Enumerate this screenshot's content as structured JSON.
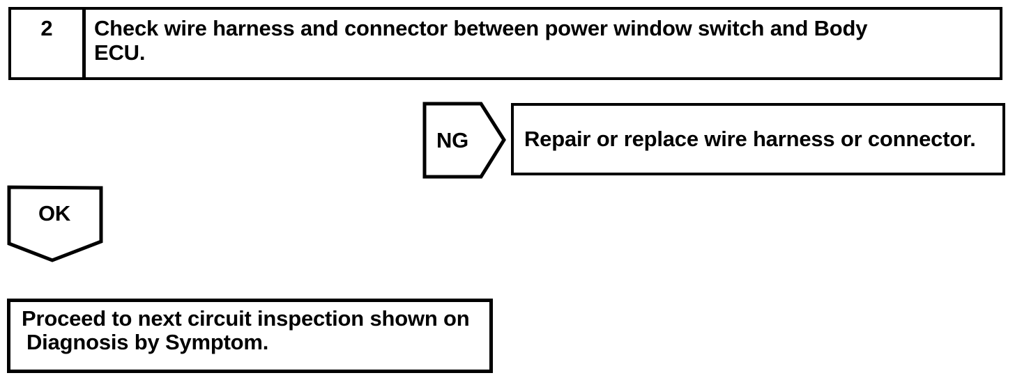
{
  "page": {
    "background": "#ffffff",
    "ink_color": "#000000"
  },
  "flowchart": {
    "step_box": {
      "number": "2",
      "text_lines": [
        "Check wire harness and connector between power window switch and Body",
        "ECU."
      ]
    },
    "ng_branch": {
      "label": "NG",
      "action": "Repair or replace wire harness or connector."
    },
    "ok_branch": {
      "label": "OK",
      "action_lines": [
        "Proceed to next circuit inspection shown on",
        "Diagnosis by Symptom."
      ]
    }
  }
}
